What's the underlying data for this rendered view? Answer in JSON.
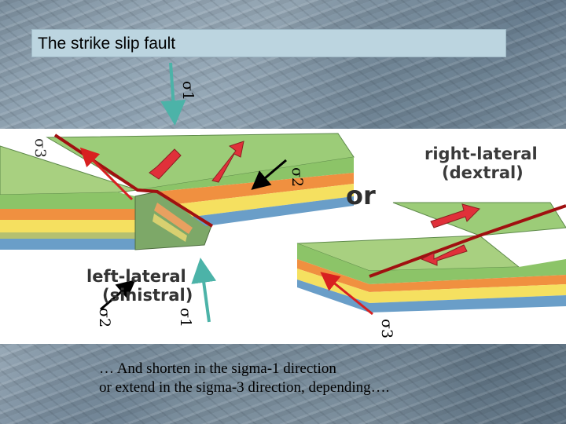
{
  "title": "The strike slip fault",
  "sigma_labels": {
    "s1_top": "σ1",
    "s3_left": "σ3",
    "s2_right": "σ2",
    "s2_bottom": "σ2",
    "s1_bottom": "σ1",
    "s3_bottom": "σ3"
  },
  "diagram": {
    "right_lateral_line1": "right-lateral",
    "right_lateral_line2": "(dextral)",
    "or_label": "or",
    "left_lateral_line1": "left-lateral",
    "left_lateral_line2": "(sinistral)"
  },
  "caption": {
    "line1": "… And shorten in the sigma-1 direction",
    "line2": "or extend in the sigma-3 direction, depending…."
  },
  "colors": {
    "title_bg": "#bcd5e0",
    "fault_line": "#a01010",
    "arrow_red": "#e0303a",
    "sigma1_arrow": "#4cb3a8",
    "sigma3_arrow": "#d82020",
    "sigma2_arrow": "#000000",
    "layer_green_top": "#a8d080",
    "layer_orange": "#f09040",
    "layer_yellow": "#f5e060",
    "layer_blue": "#6a9ec8"
  }
}
